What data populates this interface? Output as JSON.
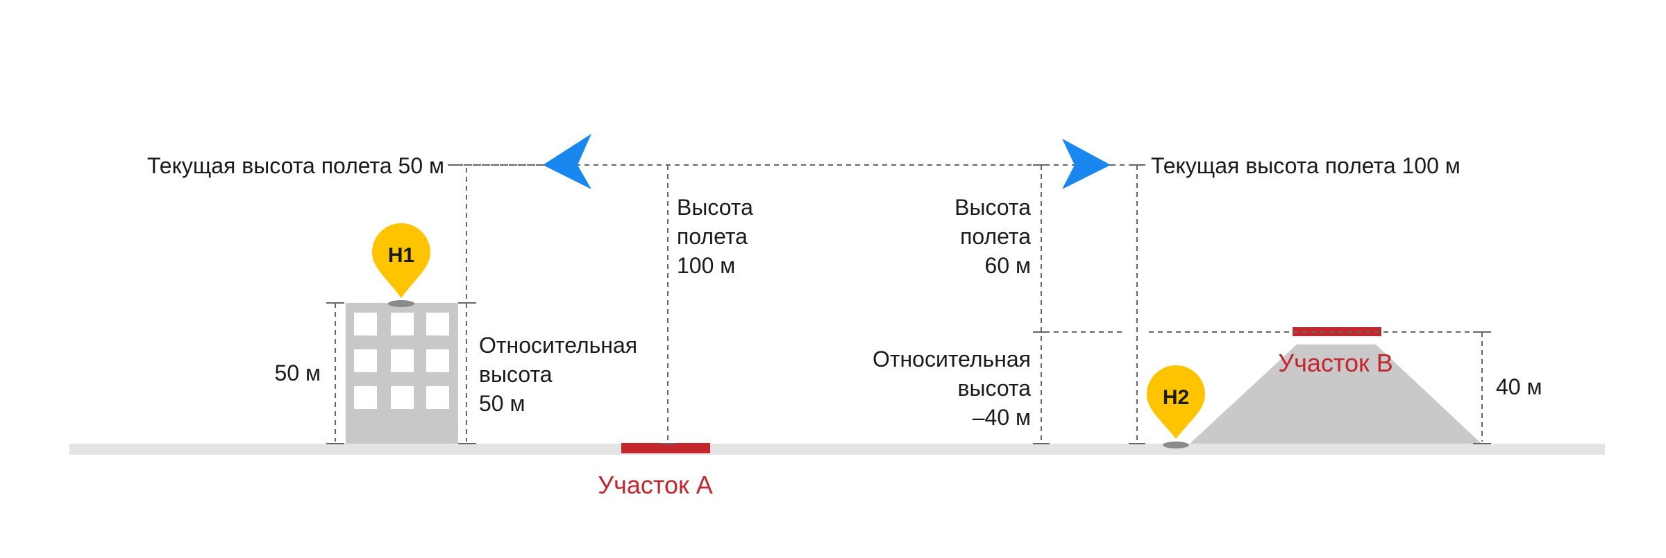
{
  "colors": {
    "ground": "#e4e4e4",
    "building": "#c8c8c8",
    "hill": "#c9c9c9",
    "area_marker": "#c4262e",
    "area_text": "#c4262e",
    "pin": "#ffc400",
    "arrow": "#1a87ee",
    "text": "#1a1a1a",
    "guide_line": "#666666"
  },
  "icons": {
    "left_arrow": "left-arrow-icon",
    "right_arrow": "right-arrow-icon",
    "pin": "map-pin-icon"
  },
  "labels": {
    "current_alt_left": "Текущая высота полета 50 м",
    "current_alt_right": "Текущая высота полета 100 м",
    "building_height": "50 м",
    "relative_left": [
      "Относительная",
      "высота",
      "50 м"
    ],
    "flight_alt_left": [
      "Высота",
      "полета",
      "100 м"
    ],
    "flight_alt_right": [
      "Высота",
      "полета",
      "60 м"
    ],
    "relative_right": [
      "Относительная",
      "высота",
      "–40 м"
    ],
    "hill_height": "40 м",
    "area_a": "Участок A",
    "area_b": "Участок B",
    "pin_h1": "H1",
    "pin_h2": "H2"
  }
}
